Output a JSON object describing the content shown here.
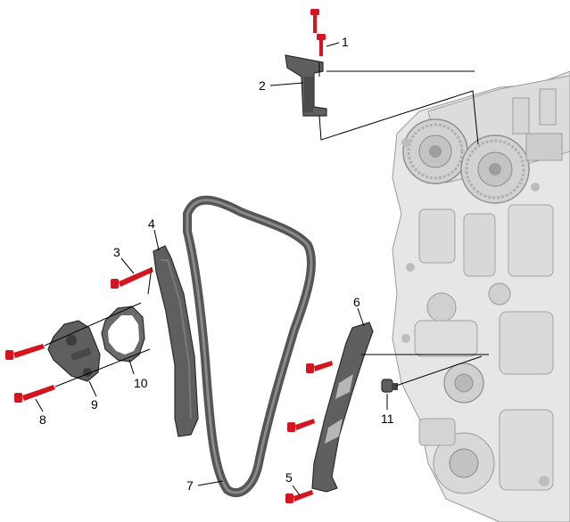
{
  "callouts": [
    {
      "id": "1",
      "label": "1"
    },
    {
      "id": "2",
      "label": "2"
    },
    {
      "id": "3",
      "label": "3"
    },
    {
      "id": "4",
      "label": "4"
    },
    {
      "id": "5",
      "label": "5"
    },
    {
      "id": "6",
      "label": "6"
    },
    {
      "id": "7",
      "label": "7"
    },
    {
      "id": "8",
      "label": "8"
    },
    {
      "id": "9",
      "label": "9"
    },
    {
      "id": "10",
      "label": "10"
    },
    {
      "id": "11",
      "label": "11"
    }
  ],
  "colors": {
    "bolt": "#d4141e",
    "bolt_head": "#b3101a",
    "part_fill": "#5f5f5f",
    "part_dark": "#3c3c3c",
    "engine_light": "#e8e8e8",
    "engine_mid": "#cfcfcf",
    "engine_dark": "#a9a9a9",
    "line": "#000000"
  }
}
